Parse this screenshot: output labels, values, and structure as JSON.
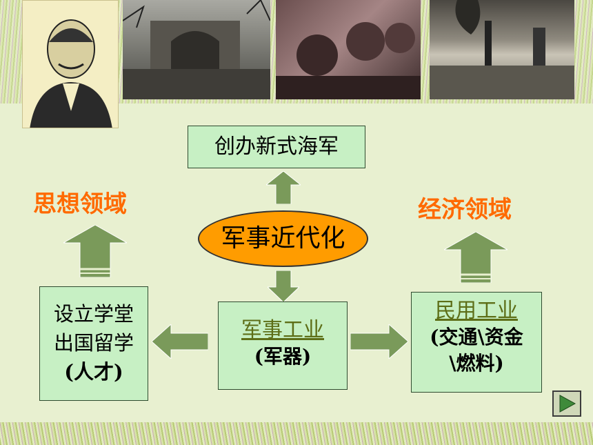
{
  "center": {
    "label": "军事近代化"
  },
  "top_box": {
    "label": "创办新式海军"
  },
  "left_heading": "思想领域",
  "right_heading": "经济领域",
  "left_box": {
    "lines": [
      "设立学堂",
      "出国留学",
      "(人才)"
    ]
  },
  "middle_box": {
    "link": "军事工业",
    "sub": "(军器)"
  },
  "right_box": {
    "link": "民用工业",
    "sub_lines": [
      "(交通\\资金",
      "\\燃料)"
    ]
  },
  "colors": {
    "box_fill": "#c7f0c4",
    "center_fill": "#ff9c00",
    "heading": "#ff6a00",
    "arrow": "#7a9a5a",
    "link": "#5d6e17"
  },
  "icons": {
    "nav": "play-triangle-icon"
  }
}
